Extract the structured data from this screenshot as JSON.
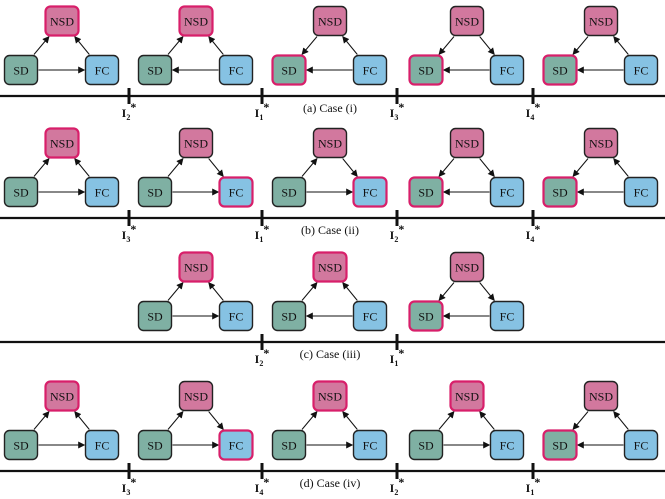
{
  "colors": {
    "nsd_fill": "#d2789e",
    "sd_fill": "#7fb0a3",
    "fc_fill": "#86c2e3",
    "highlight_border": "#d81f6a",
    "normal_border": "#222222",
    "line": "#111111"
  },
  "node_labels": {
    "nsd": "NSD",
    "sd": "SD",
    "fc": "FC"
  },
  "rows": [
    {
      "caption": "(a) Case (i)",
      "thresholds": [
        {
          "base": "I",
          "sub": "2",
          "sup": "*"
        },
        {
          "base": "I",
          "sub": "1",
          "sup": "*"
        },
        {
          "base": "I",
          "sub": "3",
          "sup": "*"
        },
        {
          "base": "I",
          "sub": "4",
          "sup": "*"
        }
      ],
      "diagrams": [
        {
          "highlight": "nsd",
          "arrows": [
            "sd-nsd",
            "fc-nsd",
            "sd-fc"
          ]
        },
        {
          "highlight": "nsd",
          "arrows": [
            "sd-nsd",
            "fc-nsd",
            "fc-sd"
          ]
        },
        {
          "highlight": "sd",
          "arrows": [
            "nsd-sd",
            "fc-nsd",
            "fc-sd"
          ]
        },
        {
          "highlight": "sd",
          "arrows": [
            "nsd-sd",
            "nsd-fc",
            "fc-sd"
          ]
        },
        {
          "highlight": "sd",
          "arrows": [
            "nsd-sd",
            "fc-nsd",
            "fc-sd"
          ]
        }
      ]
    },
    {
      "caption": "(b) Case (ii)",
      "thresholds": [
        {
          "base": "I",
          "sub": "3",
          "sup": "*"
        },
        {
          "base": "I",
          "sub": "1",
          "sup": "*"
        },
        {
          "base": "I",
          "sub": "2",
          "sup": "*"
        },
        {
          "base": "I",
          "sub": "4",
          "sup": "*"
        }
      ],
      "diagrams": [
        {
          "highlight": "nsd",
          "arrows": [
            "sd-nsd",
            "fc-nsd",
            "sd-fc"
          ]
        },
        {
          "highlight": "fc",
          "arrows": [
            "sd-nsd",
            "nsd-fc",
            "sd-fc"
          ]
        },
        {
          "highlight": "fc",
          "arrows": [
            "sd-nsd",
            "nsd-fc",
            "sd-fc"
          ]
        },
        {
          "highlight": "sd",
          "arrows": [
            "nsd-sd",
            "nsd-fc",
            "fc-sd"
          ]
        },
        {
          "highlight": "sd",
          "arrows": [
            "nsd-sd",
            "fc-nsd",
            "fc-sd"
          ]
        }
      ]
    },
    {
      "caption": "(c) Case (iii)",
      "thresholds": [
        {
          "base": "I",
          "sub": "2",
          "sup": "*"
        },
        {
          "base": "I",
          "sub": "1",
          "sup": "*"
        }
      ],
      "diagrams": [
        {
          "highlight": "nsd",
          "arrows": [
            "sd-nsd",
            "fc-nsd",
            "sd-fc"
          ]
        },
        {
          "highlight": "nsd",
          "arrows": [
            "sd-nsd",
            "fc-nsd",
            "fc-sd"
          ]
        },
        {
          "highlight": "sd",
          "arrows": [
            "nsd-sd",
            "nsd-fc",
            "fc-sd"
          ]
        }
      ]
    },
    {
      "caption": "(d) Case (iv)",
      "thresholds": [
        {
          "base": "I",
          "sub": "3",
          "sup": "*"
        },
        {
          "base": "I",
          "sub": "4",
          "sup": "*"
        },
        {
          "base": "I",
          "sub": "2",
          "sup": "*"
        },
        {
          "base": "I",
          "sub": "1",
          "sup": "*"
        }
      ],
      "diagrams": [
        {
          "highlight": "nsd",
          "arrows": [
            "sd-nsd",
            "fc-nsd",
            "sd-fc"
          ]
        },
        {
          "highlight": "fc",
          "arrows": [
            "sd-nsd",
            "nsd-fc",
            "sd-fc"
          ]
        },
        {
          "highlight": "nsd",
          "arrows": [
            "sd-nsd",
            "fc-nsd",
            "sd-fc"
          ]
        },
        {
          "highlight": "nsd",
          "arrows": [
            "sd-nsd",
            "fc-nsd",
            "sd-fc"
          ]
        },
        {
          "highlight": "sd",
          "arrows": [
            "nsd-sd",
            "fc-nsd",
            "fc-sd"
          ]
        }
      ]
    }
  ]
}
